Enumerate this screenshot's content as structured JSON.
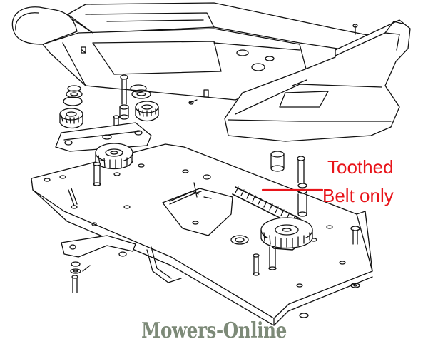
{
  "callout": {
    "line1": "Toothed",
    "line2": "Belt only",
    "color": "#e8141a"
  },
  "watermark": {
    "text": "Mowers-Online",
    "color": "#7d8a78"
  },
  "diagram": {
    "line_color": "#111111"
  }
}
